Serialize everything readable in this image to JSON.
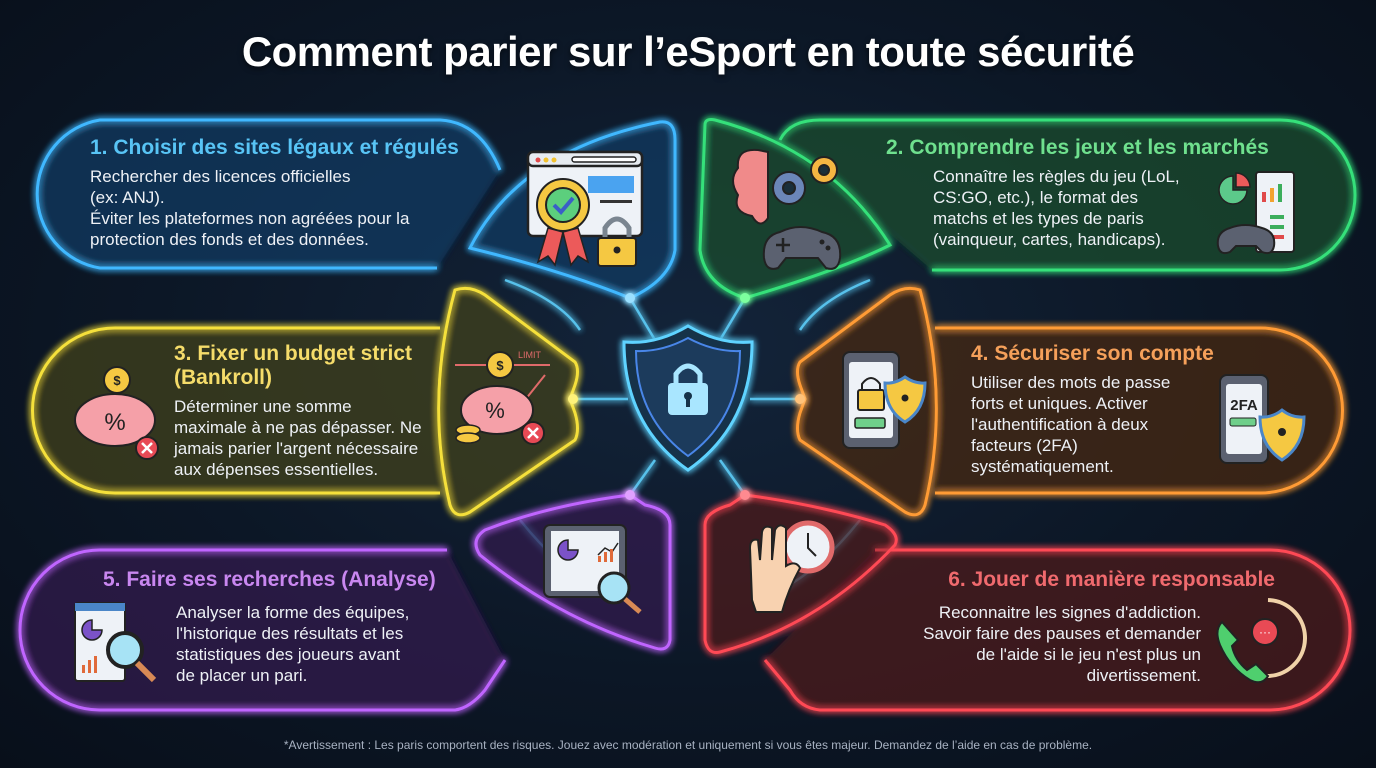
{
  "title": "Comment parier sur l’eSport en toute sécurité",
  "colors": {
    "blue": "#3fb8ff",
    "green": "#35e07a",
    "yellow": "#f5e03a",
    "orange": "#ff9b35",
    "purple": "#c065ff",
    "red": "#ff4a55",
    "center": "#5fd3ff"
  },
  "center": {
    "icon": "shield-lock-icon"
  },
  "panels": [
    {
      "number": 1,
      "heading": "1. Choisir des sites légaux et régulés",
      "lines": [
        "Rechercher des licences officielles",
        "(ex: ANJ).",
        "Éviter les plateformes non agréées pour la",
        "protection des fonds et des données."
      ],
      "color": "#3fb8ff",
      "icon": "certified-website-lock-icon"
    },
    {
      "number": 2,
      "heading": "2. Comprendre les jeux et les marchés",
      "lines": [
        "Connaître les règles du jeu (LoL,",
        "CS:GO, etc.), le format des",
        "matchs et les types de paris",
        "(vainqueur, cartes, handicaps)."
      ],
      "color": "#35e07a",
      "icon": "brain-gear-gamepad-icon",
      "side_icon": "gamepad-stats-icon"
    },
    {
      "number": 3,
      "heading_line1": "3. Fixer un budget strict",
      "heading_line2": "(Bankroll)",
      "lines": [
        "Déterminer une somme",
        "maximale à ne pas dépasser. Ne",
        "jamais parier l'argent nécessaire",
        "aux dépenses essentielles."
      ],
      "color": "#f5e03a",
      "icon": "piggy-bank-limit-icon",
      "icon_label": "LIMIT",
      "side_icon": "piggy-bank-icon"
    },
    {
      "number": 4,
      "heading": "4. Sécuriser son compte",
      "lines": [
        "Utiliser des mots de passe",
        "forts et uniques. Activer",
        "l'authentification à deux",
        "facteurs (2FA)",
        "systématiquement."
      ],
      "color": "#ff9b35",
      "icon": "phone-lock-shield-icon",
      "side_icon": "phone-2fa-icon",
      "side_icon_label": "2FA"
    },
    {
      "number": 5,
      "heading": "5. Faire ses recherches (Analyse)",
      "lines": [
        "Analyser la forme des équipes,",
        "l'historique des résultats et les",
        "statistiques des joueurs avant",
        "de placer un pari."
      ],
      "color": "#c065ff",
      "icon": "tablet-analytics-icon",
      "side_icon": "report-magnifier-icon"
    },
    {
      "number": 6,
      "heading": "6. Jouer de manière responsable",
      "lines": [
        "Reconnaitre les signes d'addiction.",
        "Savoir faire des pauses et demander",
        "de l'aide si le jeu n'est plus un",
        "divertissement."
      ],
      "color": "#ff4a55",
      "icon": "hand-clock-icon",
      "side_icon": "phone-help-icon"
    }
  ],
  "footer": "*Avertissement : Les paris comportent des risques. Jouez avec modération et uniquement si vous êtes majeur. Demandez de l’aide en cas de problème."
}
